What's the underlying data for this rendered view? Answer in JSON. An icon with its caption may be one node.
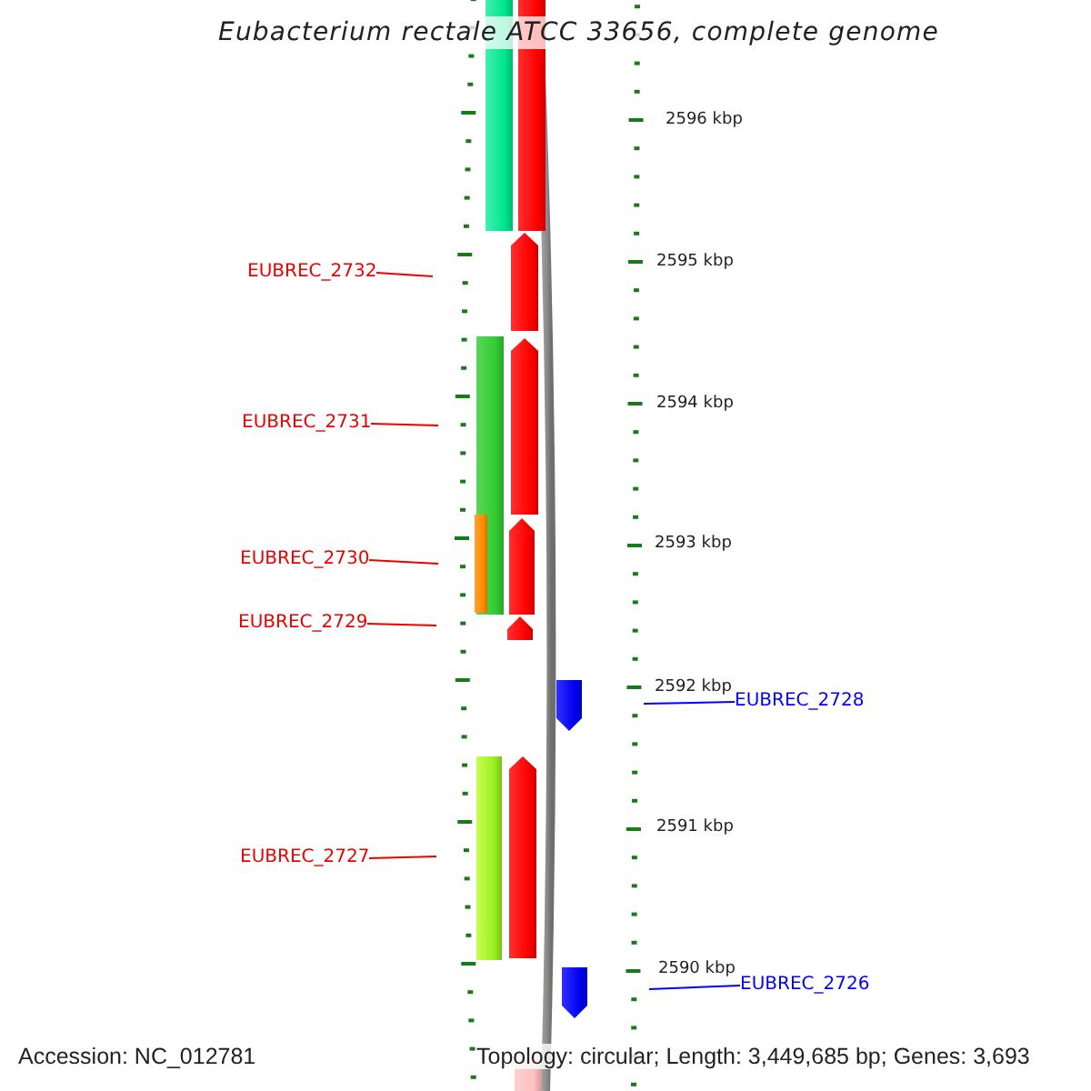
{
  "diagram": {
    "title": "Eubacterium rectale ATCC 33656, complete genome",
    "nodes": [
      {
        "text": [
          "EUBREC_2732"
        ]
      },
      {
        "text": [
          "EUBREC_2731"
        ]
      },
      {
        "text": [
          "EUBREC_2730"
        ]
      },
      {
        "text": [
          "EUBREC_2729"
        ]
      },
      {
        "text": [
          "EUBREC_2728"
        ]
      },
      {
        "text": [
          "EUBREC_2727"
        ]
      },
      {
        "text": [
          "EUBREC_2726"
        ]
      }
    ],
    "edges": [
      {
        "from": 0,
        "to": null,
        "arrow": "none"
      },
      {
        "from": 1,
        "to": null,
        "arrow": "none"
      },
      {
        "from": 2,
        "to": null,
        "arrow": "none"
      },
      {
        "from": 3,
        "to": null,
        "arrow": "none"
      },
      {
        "from": 4,
        "to": null,
        "arrow": "none",
        "color": "#0000ff"
      },
      {
        "from": 5,
        "to": null,
        "arrow": "none"
      },
      {
        "from": 6,
        "to": null,
        "arrow": "none",
        "color": "#0000ff"
      }
    ],
    "labels": [
      "2596 kbp",
      "2595 kbp",
      "2594 kbp",
      "2593 kbp",
      "2592 kbp",
      "2591 kbp",
      "2590 kbp",
      "Accession: NC_012781",
      "Topology: circular; Length: 3,449,685 bp; Genes: 3,693"
    ]
  }
}
